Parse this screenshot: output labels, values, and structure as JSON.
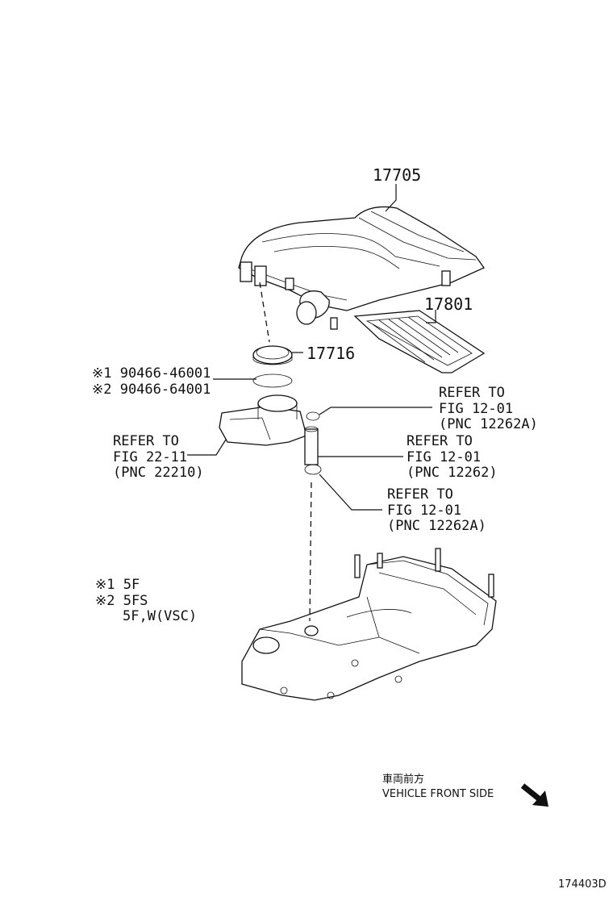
{
  "parts": {
    "p17705": "17705",
    "p17801": "17801",
    "p17716": "17716"
  },
  "notes": {
    "n1": "※1 90466-46001",
    "n2": "※2 90466-64001"
  },
  "refs": {
    "a": {
      "l1": "REFER TO",
      "l2": "FIG 12-01",
      "l3": "(PNC 12262A)"
    },
    "b": {
      "l1": "REFER TO",
      "l2": "FIG 22-11",
      "l3": "(PNC 22210)"
    },
    "c": {
      "l1": "REFER TO",
      "l2": "FIG 12-01",
      "l3": "(PNC 12262)"
    },
    "d": {
      "l1": "REFER TO",
      "l2": "FIG 12-01",
      "l3": "(PNC 12262A)"
    }
  },
  "legend": {
    "l1": "※1  5F",
    "l2": "※2  5FS",
    "l3": "5F,W(VSC)"
  },
  "direction": {
    "jp": "車両前方",
    "en": "VEHICLE FRONT SIDE"
  },
  "figure_id": "174403D"
}
